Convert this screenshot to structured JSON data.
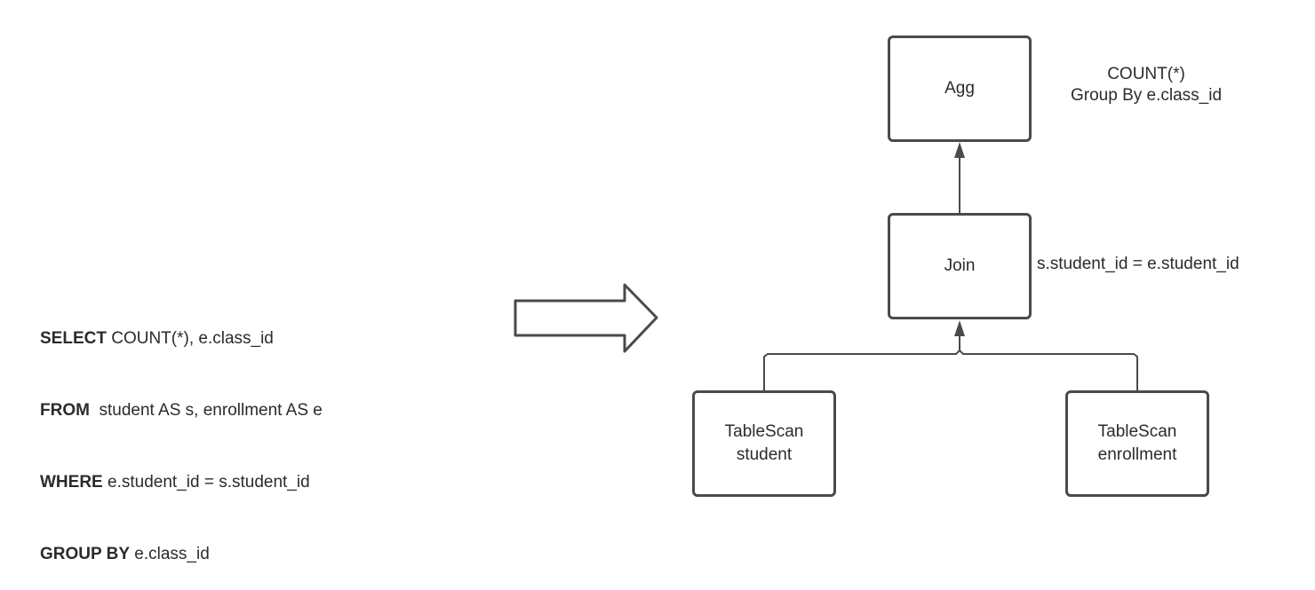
{
  "sql": {
    "lines": [
      {
        "keyword": "SELECT",
        "rest": " COUNT(*), e.class_id"
      },
      {
        "keyword": "FROM",
        "rest": "  student AS s, enrollment AS e"
      },
      {
        "keyword": "WHERE",
        "rest": " e.student_id = s.student_id"
      },
      {
        "keyword": "GROUP BY",
        "rest": " e.class_id"
      }
    ]
  },
  "plan": {
    "agg": {
      "label": "Agg",
      "annotation_line1": "COUNT(*)",
      "annotation_line2": "Group By e.class_id"
    },
    "join": {
      "label": "Join",
      "annotation": "s.student_id = e.student_id"
    },
    "scan_student": {
      "line1": "TableScan",
      "line2": "student"
    },
    "scan_enrollment": {
      "line1": "TableScan",
      "line2": "enrollment"
    }
  },
  "colors": {
    "stroke": "#4a4a4a",
    "text": "#2b2b2b"
  }
}
